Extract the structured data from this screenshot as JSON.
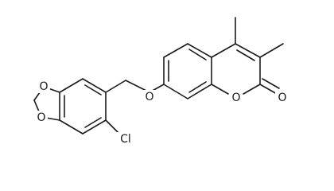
{
  "molecule": {
    "atom_labels": {
      "ether_o": "O",
      "ring_o": "O",
      "carbonyl_o": "O",
      "dioxole_o_top": "O",
      "dioxole_o_bottom": "O",
      "chlorine": "Cl"
    }
  }
}
